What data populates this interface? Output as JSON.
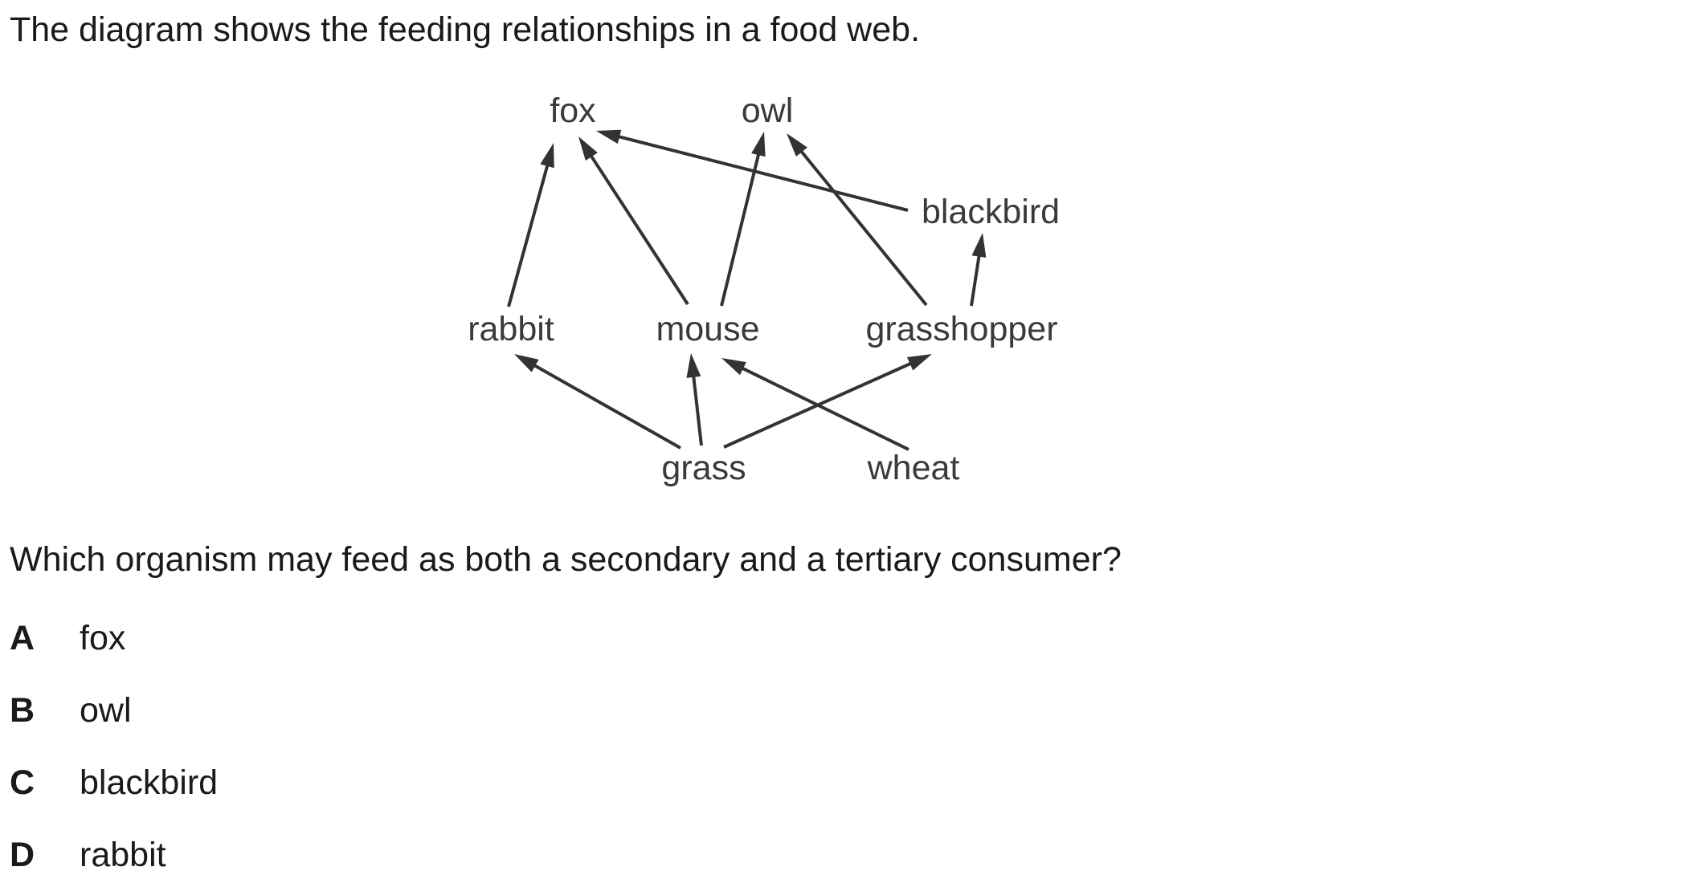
{
  "intro": "The diagram shows the feeding relationships in a food web.",
  "diagram": {
    "nodes": [
      {
        "id": "fox",
        "label": "fox"
      },
      {
        "id": "owl",
        "label": "owl"
      },
      {
        "id": "blackbird",
        "label": "blackbird"
      },
      {
        "id": "rabbit",
        "label": "rabbit"
      },
      {
        "id": "mouse",
        "label": "mouse"
      },
      {
        "id": "grasshopper",
        "label": "grasshopper"
      },
      {
        "id": "grass",
        "label": "grass"
      },
      {
        "id": "wheat",
        "label": "wheat"
      }
    ],
    "edges": [
      {
        "from": "rabbit",
        "to": "fox"
      },
      {
        "from": "mouse",
        "to": "fox"
      },
      {
        "from": "blackbird",
        "to": "fox"
      },
      {
        "from": "mouse",
        "to": "owl"
      },
      {
        "from": "grasshopper",
        "to": "owl"
      },
      {
        "from": "grasshopper",
        "to": "blackbird"
      },
      {
        "from": "grass",
        "to": "rabbit"
      },
      {
        "from": "grass",
        "to": "mouse"
      },
      {
        "from": "grass",
        "to": "grasshopper"
      },
      {
        "from": "wheat",
        "to": "mouse"
      }
    ]
  },
  "question": "Which organism may feed as both a secondary and a tertiary consumer?",
  "options": [
    {
      "letter": "A",
      "text": "fox"
    },
    {
      "letter": "B",
      "text": "owl"
    },
    {
      "letter": "C",
      "text": "blackbird"
    },
    {
      "letter": "D",
      "text": "rabbit"
    }
  ]
}
